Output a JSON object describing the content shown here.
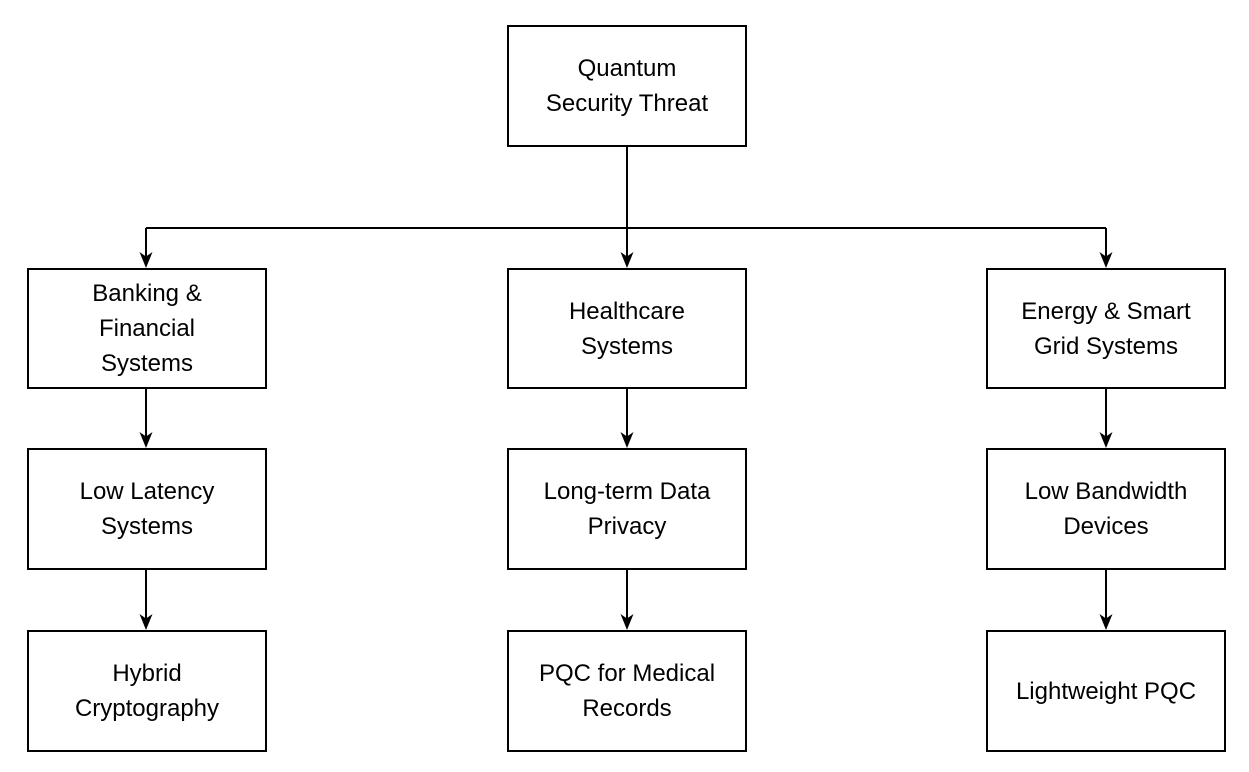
{
  "diagram": {
    "type": "flowchart",
    "colors": {
      "background": "#ffffff",
      "node_fill": "#ffffff",
      "node_border": "#000000",
      "text": "#000000",
      "connector": "#000000"
    },
    "nodes": {
      "root": "Quantum\nSecurity Threat",
      "banking": "Banking &\nFinancial\nSystems",
      "low_latency": "Low Latency\nSystems",
      "hybrid_crypto": "Hybrid\nCryptography",
      "healthcare": "Healthcare\nSystems",
      "data_privacy": "Long-term Data\nPrivacy",
      "pqc_medical": "PQC for Medical\nRecords",
      "energy": "Energy & Smart\nGrid Systems",
      "low_bandwidth": "Low Bandwidth\nDevices",
      "lightweight_pqc": "Lightweight PQC"
    },
    "edges": [
      {
        "from": "root",
        "to": "banking"
      },
      {
        "from": "root",
        "to": "healthcare"
      },
      {
        "from": "root",
        "to": "energy"
      },
      {
        "from": "banking",
        "to": "low_latency"
      },
      {
        "from": "low_latency",
        "to": "hybrid_crypto"
      },
      {
        "from": "healthcare",
        "to": "data_privacy"
      },
      {
        "from": "data_privacy",
        "to": "pqc_medical"
      },
      {
        "from": "energy",
        "to": "low_bandwidth"
      },
      {
        "from": "low_bandwidth",
        "to": "lightweight_pqc"
      }
    ]
  }
}
